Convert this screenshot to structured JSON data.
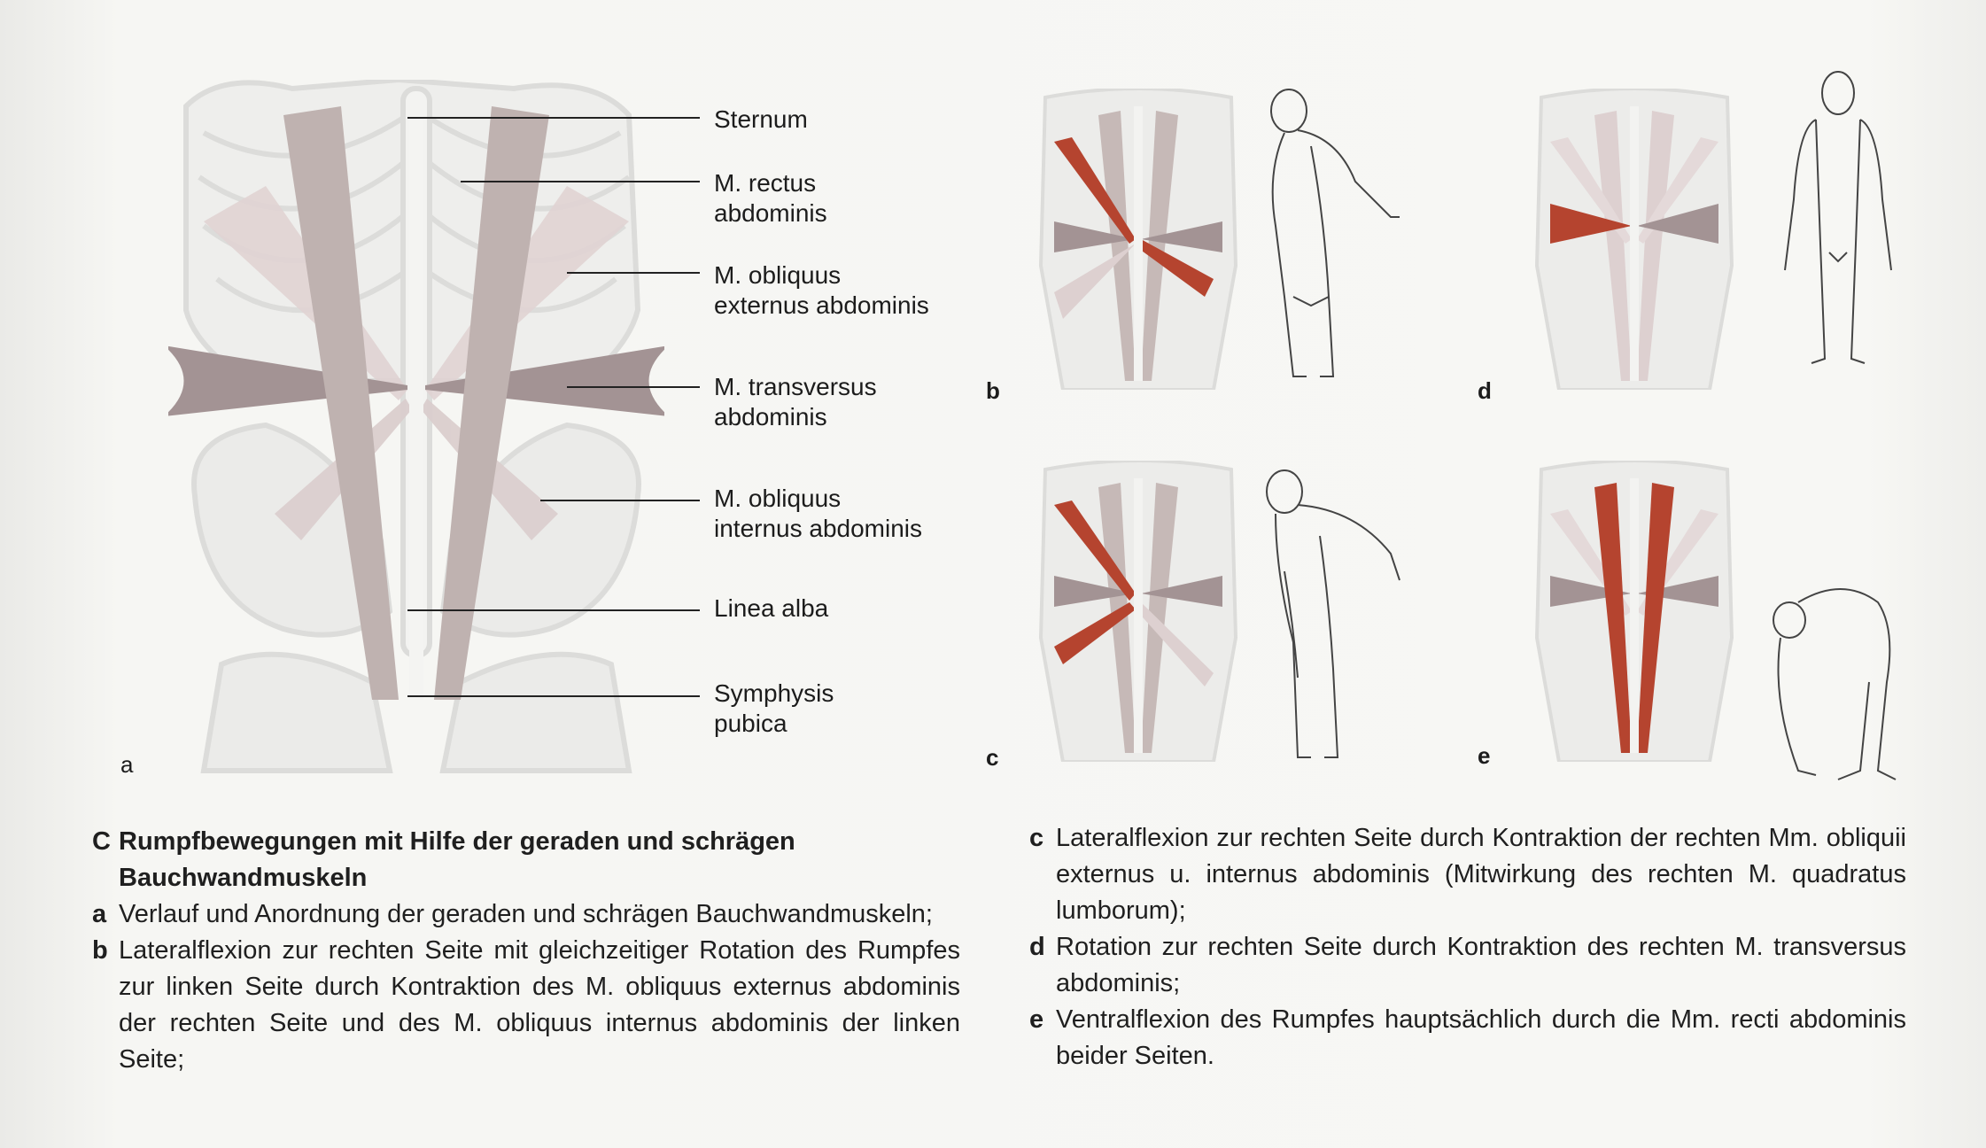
{
  "figure_a": {
    "letter": "a",
    "labels": {
      "sternum": "Sternum",
      "rectus": [
        "M. rectus",
        "abdominis"
      ],
      "obl_ext": [
        "M. obliquus",
        "externus abdominis"
      ],
      "transversus": [
        "M. transversus",
        "abdominis"
      ],
      "obl_int": [
        "M. obliquus",
        "internus abdominis"
      ],
      "linea_alba": "Linea alba",
      "symphysis": [
        "Symphysis",
        "pubica"
      ]
    }
  },
  "panels": {
    "b": "b",
    "c": "c",
    "d": "d",
    "e": "e"
  },
  "colors": {
    "bone": "#e8e8e6",
    "muscle_gray": "#b9adab",
    "muscle_light": "#dccfcf",
    "muscle_dark": "#9c8b8c",
    "active_red": "#b5442f"
  },
  "caption": {
    "key": "C",
    "title_1": "Rumpfbewegungen mit Hilfe der geraden und schrägen",
    "title_2": "Bauchwandmuskeln",
    "items": {
      "a": {
        "key": "a",
        "text": "Verlauf und Anordnung der geraden und schrägen Bauchwandmuskeln;"
      },
      "b": {
        "key": "b",
        "text": "Lateralflexion zur rechten Seite mit gleichzeitiger Rotation des Rumpfes zur linken Seite durch Kontraktion des M. obliquus externus abdominis der rechten Seite und des M. obliquus internus abdominis der linken Seite;"
      },
      "c": {
        "key": "c",
        "text": "Lateralflexion zur rechten Seite durch Kontraktion der rechten Mm. obliquii externus u. internus abdominis (Mitwirkung des rechten M. quadratus lumborum);"
      },
      "d": {
        "key": "d",
        "text": "Rotation zur rechten Seite durch Kontraktion des rechten M. transversus abdominis;"
      },
      "e": {
        "key": "e",
        "text": "Ventralflexion des Rumpfes hauptsächlich durch die Mm. recti abdominis beider Seiten."
      }
    }
  }
}
